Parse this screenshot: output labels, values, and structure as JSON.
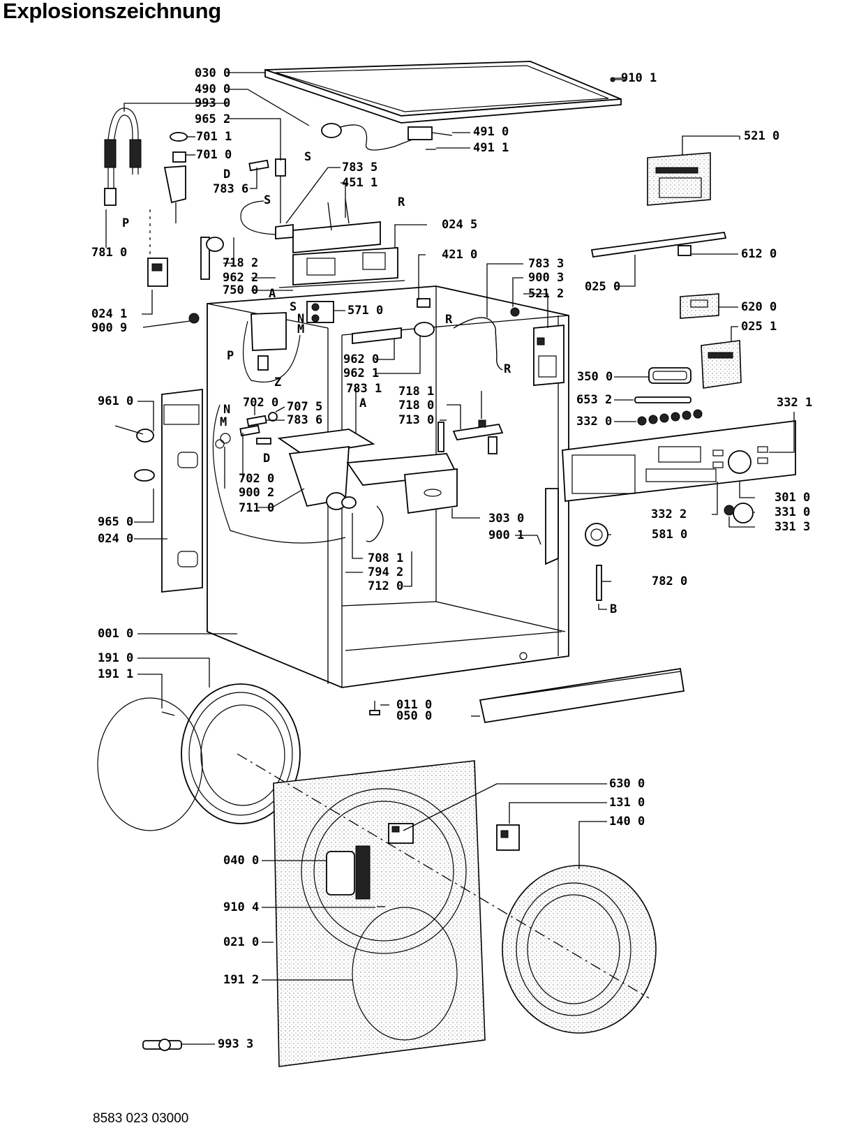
{
  "title": "Explosionszeichnung",
  "document_number": "8583 023 03000",
  "callouts": [
    {
      "id": "c0300",
      "text": "030 0"
    },
    {
      "id": "c4900",
      "text": "490 0"
    },
    {
      "id": "c9930",
      "text": "993 0"
    },
    {
      "id": "c9652",
      "text": "965 2"
    },
    {
      "id": "c7011",
      "text": "701 1"
    },
    {
      "id": "c7010",
      "text": "701 0"
    },
    {
      "id": "c7836",
      "text": "783 6"
    },
    {
      "id": "c7835",
      "text": "783 5"
    },
    {
      "id": "c4511",
      "text": "451 1"
    },
    {
      "id": "c9101",
      "text": "910 1"
    },
    {
      "id": "c4910",
      "text": "491 0"
    },
    {
      "id": "c4911",
      "text": "491 1"
    },
    {
      "id": "c5210",
      "text": "521 0"
    },
    {
      "id": "c0245",
      "text": "024 5"
    },
    {
      "id": "c7810",
      "text": "781 0"
    },
    {
      "id": "c7182",
      "text": "718 2"
    },
    {
      "id": "c9622",
      "text": "962 2"
    },
    {
      "id": "c7500",
      "text": "750 0"
    },
    {
      "id": "c4210",
      "text": "421 0"
    },
    {
      "id": "c7833",
      "text": "783 3"
    },
    {
      "id": "c9003",
      "text": "900 3"
    },
    {
      "id": "c5212",
      "text": "521 2"
    },
    {
      "id": "c6120",
      "text": "612 0"
    },
    {
      "id": "c0250",
      "text": "025 0"
    },
    {
      "id": "c0241",
      "text": "024 1"
    },
    {
      "id": "c9009",
      "text": "900 9"
    },
    {
      "id": "c5710",
      "text": "571 0"
    },
    {
      "id": "c6200",
      "text": "620 0"
    },
    {
      "id": "c0251",
      "text": "025 1"
    },
    {
      "id": "c9620",
      "text": "962 0"
    },
    {
      "id": "c9621",
      "text": "962 1"
    },
    {
      "id": "c7831",
      "text": "783 1"
    },
    {
      "id": "c3500",
      "text": "350 0"
    },
    {
      "id": "c9610",
      "text": "961 0"
    },
    {
      "id": "c7020a",
      "text": "702 0"
    },
    {
      "id": "c7075",
      "text": "707 5"
    },
    {
      "id": "c7836b",
      "text": "783 6"
    },
    {
      "id": "c7181",
      "text": "718 1"
    },
    {
      "id": "c7180",
      "text": "718 0"
    },
    {
      "id": "c7130",
      "text": "713 0"
    },
    {
      "id": "c6532",
      "text": "653 2"
    },
    {
      "id": "c3321",
      "text": "332 1"
    },
    {
      "id": "c3320",
      "text": "332 0"
    },
    {
      "id": "c7020b",
      "text": "702 0"
    },
    {
      "id": "c9002",
      "text": "900 2"
    },
    {
      "id": "c7110",
      "text": "711 0"
    },
    {
      "id": "c3322",
      "text": "332 2"
    },
    {
      "id": "c3010",
      "text": "301 0"
    },
    {
      "id": "c3310",
      "text": "331 0"
    },
    {
      "id": "c3313",
      "text": "331 3"
    },
    {
      "id": "c9650",
      "text": "965 0"
    },
    {
      "id": "c0240",
      "text": "024 0"
    },
    {
      "id": "c3030",
      "text": "303 0"
    },
    {
      "id": "c9001",
      "text": "900 1"
    },
    {
      "id": "c5810",
      "text": "581 0"
    },
    {
      "id": "c7081",
      "text": "708 1"
    },
    {
      "id": "c7942",
      "text": "794 2"
    },
    {
      "id": "c7120",
      "text": "712 0"
    },
    {
      "id": "c7820",
      "text": "782 0"
    },
    {
      "id": "c0010",
      "text": "001 0"
    },
    {
      "id": "c1910",
      "text": "191 0"
    },
    {
      "id": "c1911",
      "text": "191 1"
    },
    {
      "id": "c0110",
      "text": "011 0"
    },
    {
      "id": "c0500",
      "text": "050 0"
    },
    {
      "id": "c6300",
      "text": "630 0"
    },
    {
      "id": "c1310",
      "text": "131 0"
    },
    {
      "id": "c1400",
      "text": "140 0"
    },
    {
      "id": "c0400",
      "text": "040 0"
    },
    {
      "id": "c9104",
      "text": "910 4"
    },
    {
      "id": "c0210",
      "text": "021 0"
    },
    {
      "id": "c1912",
      "text": "191 2"
    },
    {
      "id": "c9933",
      "text": "993 3"
    }
  ],
  "letter_markers": [
    {
      "id": "mS1",
      "text": "S"
    },
    {
      "id": "mD1",
      "text": "D"
    },
    {
      "id": "mS2",
      "text": "S"
    },
    {
      "id": "mR1",
      "text": "R"
    },
    {
      "id": "mP1",
      "text": "P"
    },
    {
      "id": "mA1",
      "text": "A"
    },
    {
      "id": "mS3",
      "text": "S"
    },
    {
      "id": "mN1",
      "text": "N"
    },
    {
      "id": "mM1",
      "text": "M"
    },
    {
      "id": "mR2",
      "text": "R"
    },
    {
      "id": "mR3",
      "text": "R"
    },
    {
      "id": "mP2",
      "text": "P"
    },
    {
      "id": "mZ1",
      "text": "Z"
    },
    {
      "id": "mN2",
      "text": "N"
    },
    {
      "id": "mM2",
      "text": "M"
    },
    {
      "id": "mA2",
      "text": "A"
    },
    {
      "id": "mD2",
      "text": "D"
    },
    {
      "id": "mB1",
      "text": "B"
    }
  ]
}
